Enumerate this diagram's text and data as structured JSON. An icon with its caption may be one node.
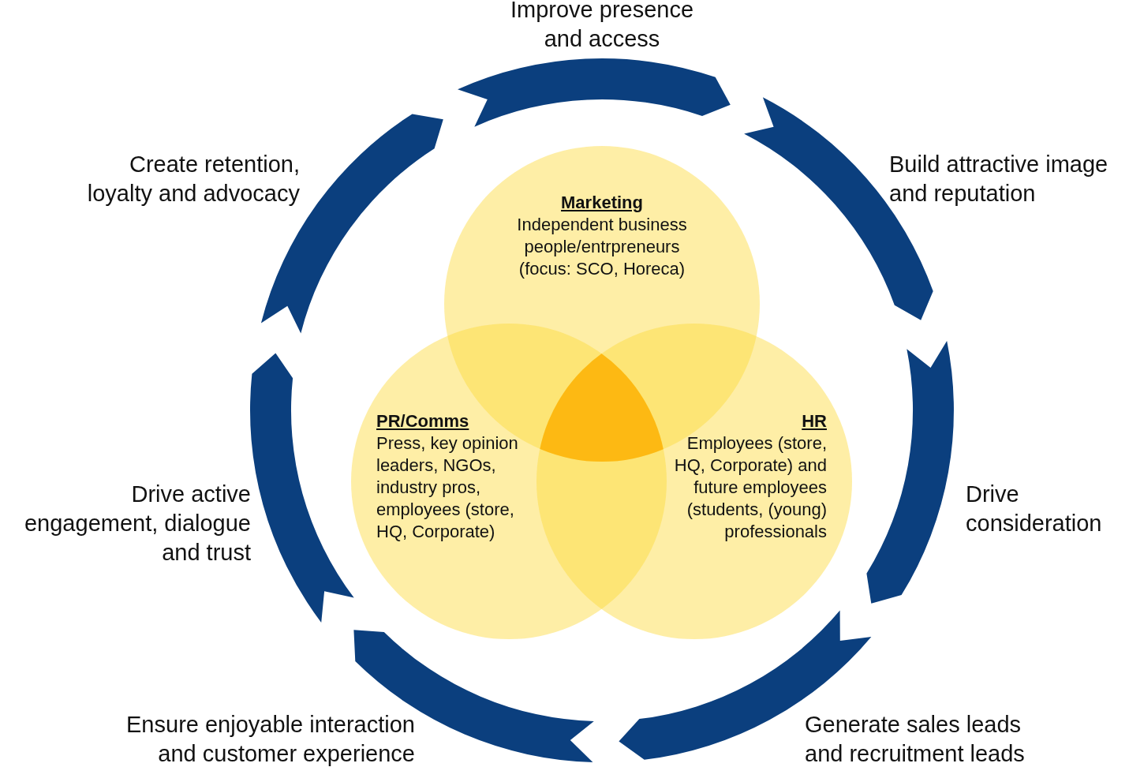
{
  "diagram": {
    "nodes": [
      {
        "text": [
          "Marketing",
          "Independent business people/entrpreneurs (focus: SCO, Horeca)"
        ]
      },
      {
        "text": [
          "PR/Comms",
          "Press, key opinion leaders, NGOs, industry pros, employees (store, HQ, Corporate)"
        ]
      },
      {
        "text": [
          "HR",
          "Employees (store, HQ, Corporate) and future employees (students, (young) professionals"
        ]
      }
    ],
    "labels": [
      "Improve presence and access",
      "Create retention, loyalty and advocacy",
      "Build attractive image and reputation",
      "Drive active engagement, dialogue and trust",
      "Drive consideration",
      "Ensure enjoyable interaction and customer experience",
      "Generate sales leads and recruitment leads"
    ]
  }
}
